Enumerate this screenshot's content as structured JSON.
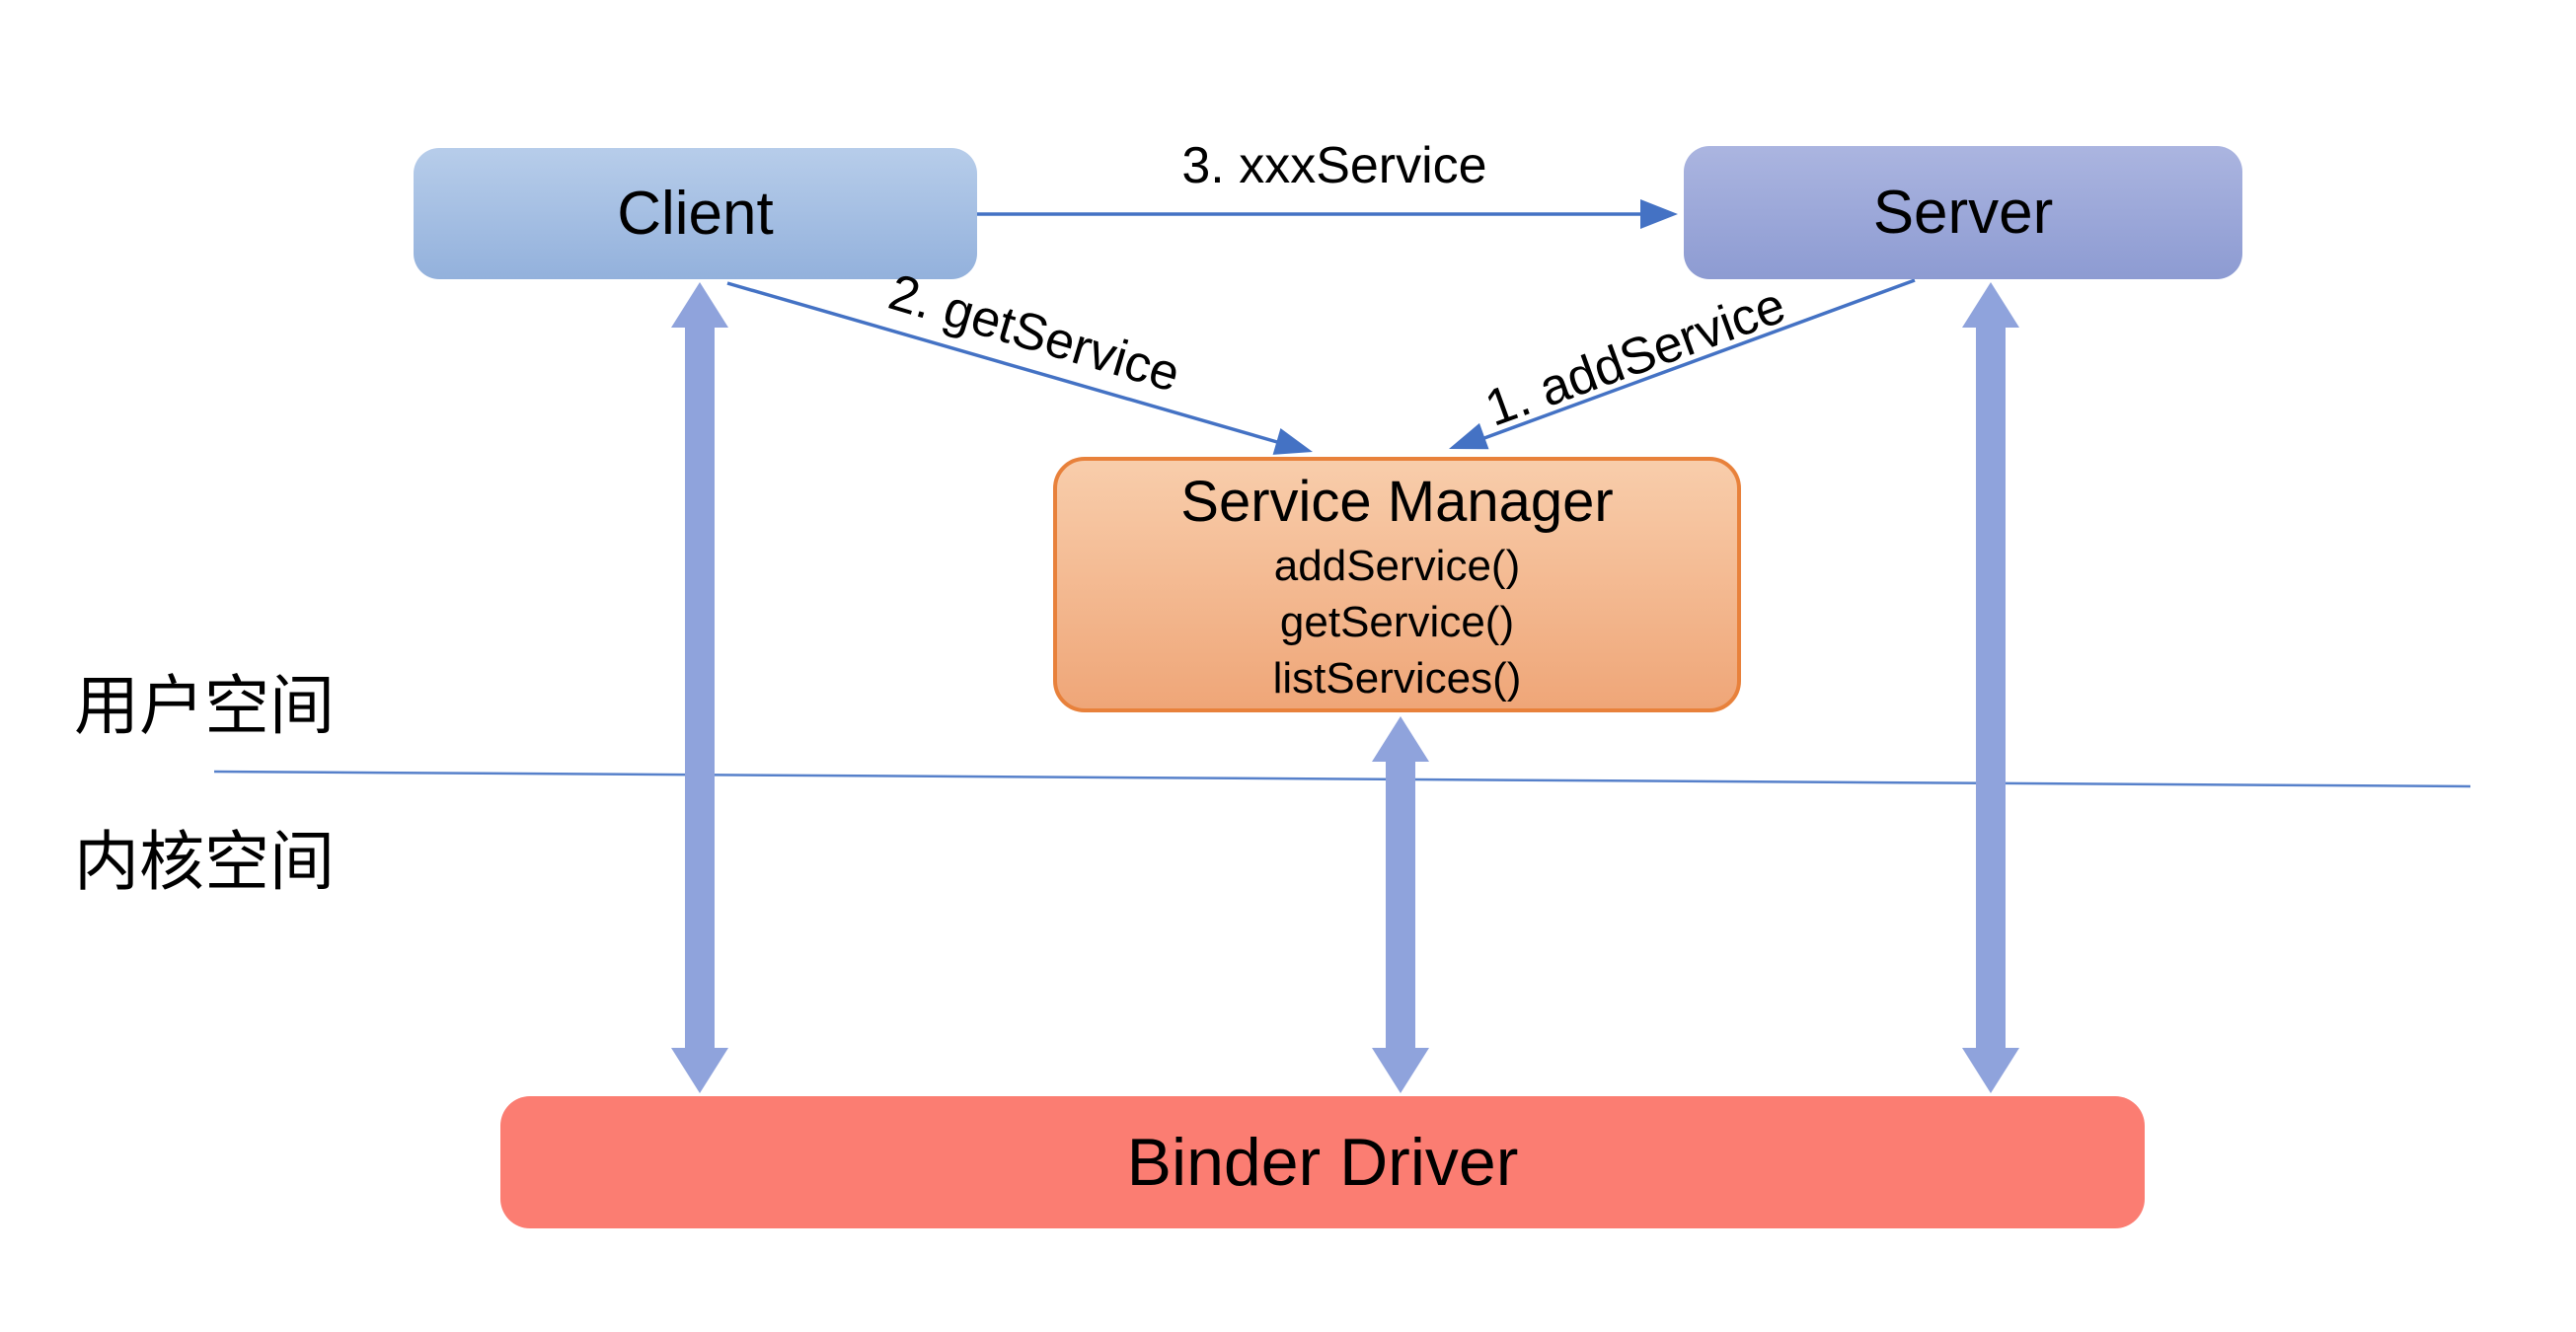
{
  "diagram": {
    "nodes": {
      "client": {
        "label": "Client"
      },
      "server": {
        "label": "Server"
      },
      "service_manager": {
        "title": "Service Manager",
        "methods": [
          "addService()",
          "getService()",
          "listServices()"
        ]
      },
      "binder_driver": {
        "label": "Binder Driver"
      }
    },
    "edges": {
      "xxx_service": {
        "label": "3. xxxService"
      },
      "get_service": {
        "label": "2. getService"
      },
      "add_service": {
        "label": "1. addService"
      }
    },
    "regions": {
      "user_space": {
        "label": "用户空间"
      },
      "kernel_space": {
        "label": "内核空间"
      }
    }
  },
  "colors": {
    "background": "#FFFFFF",
    "text": "#000000",
    "line_blue": "#4472C4",
    "thick_arrow": "#8FA3DC",
    "client_box_top": "#B7CDEA",
    "client_box_bottom": "#93B1DC",
    "server_box_top": "#ABB5E0",
    "server_box_bottom": "#8D9BD2",
    "service_manager_top": "#F8CDAB",
    "service_manager_bottom": "#EFA678",
    "service_manager_border": "#E8813B",
    "binder_driver_fill": "#FB7D72"
  }
}
